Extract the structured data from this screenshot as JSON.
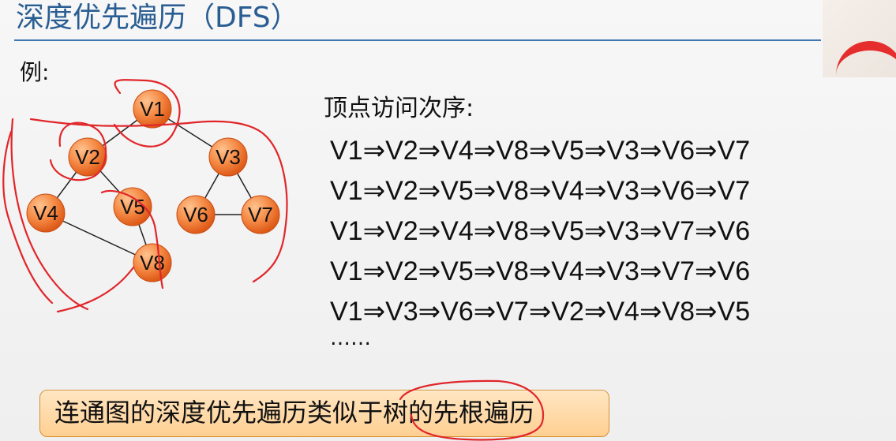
{
  "slide": {
    "title": "深度优先遍历（DFS）",
    "example_label": "例:",
    "visit_order_title": "顶点访问次序:",
    "sequences": [
      "V1⇒V2⇒V4⇒V8⇒V5⇒V3⇒V6⇒V7",
      "V1⇒V2⇒V5⇒V8⇒V4⇒V3⇒V6⇒V7",
      "V1⇒V2⇒V4⇒V8⇒V5⇒V3⇒V7⇒V6",
      "V1⇒V2⇒V5⇒V8⇒V4⇒V3⇒V7⇒V6",
      "V1⇒V3⇒V6⇒V7⇒V2⇒V4⇒V8⇒V5"
    ],
    "ellipsis": "……",
    "summary": "连通图的深度优先遍历类似于树的先根遍历"
  },
  "graph": {
    "nodes": [
      "V1",
      "V2",
      "V3",
      "V4",
      "V5",
      "V6",
      "V7",
      "V8"
    ]
  },
  "colors": {
    "title_blue": "#2a5e93",
    "rule_blue": "#3f77b0",
    "node_orange": "#f27427",
    "ink_red": "#e1262a",
    "summary_fill": "#ffcf92"
  },
  "icons": [
    "speaker-video-thumbnail"
  ]
}
